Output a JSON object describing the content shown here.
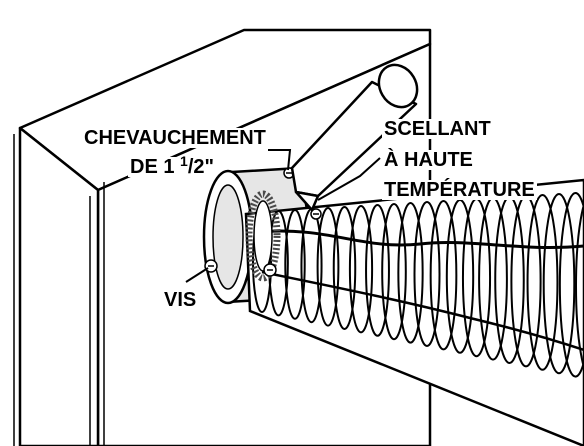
{
  "labels": {
    "overlap_line1": "CHEVAUCHEMENT",
    "overlap_line2_prefix": "DE 1 ",
    "overlap_sup": "1",
    "overlap_line2_suffix": "/2\"",
    "sealant_line1": "SCELLANT",
    "sealant_line2": "À HAUTE",
    "sealant_line3": "TEMPÉRATURE",
    "screw": "VIS"
  },
  "colors": {
    "ink": "#000000",
    "paper": "#ffffff",
    "collar_fill": "#e6e6e6",
    "sealant_ring": "#4a4a4a"
  }
}
